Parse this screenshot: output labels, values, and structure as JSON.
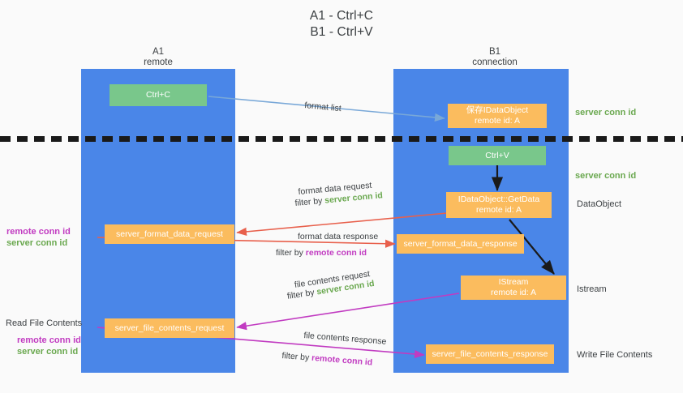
{
  "title": {
    "line1": "A1 - Ctrl+C",
    "line2": "B1 - Ctrl+V"
  },
  "columns": [
    {
      "name": "A1",
      "sub": "remote"
    },
    {
      "name": "B1",
      "sub": "connection"
    }
  ],
  "boxes": {
    "ctrl_c": {
      "line1": "Ctrl+C",
      "line2": "",
      "color": "#79c78b"
    },
    "save_idataobject": {
      "line1": "保存IDataObject",
      "line2": "remote id: A",
      "color": "#fbbc5e"
    },
    "ctrl_v": {
      "line1": "Ctrl+V",
      "line2": "",
      "color": "#79c78b"
    },
    "getdata": {
      "line1": "IDataObject::GetData",
      "line2": "remote id: A",
      "color": "#fbbc5e"
    },
    "format_data_request": {
      "line1": "server_format_data_request",
      "line2": "",
      "color": "#fbbc5e"
    },
    "format_data_response": {
      "line1": "server_format_data_response",
      "line2": "",
      "color": "#fbbc5e"
    },
    "istream": {
      "line1": "IStream",
      "line2": "remote id: A",
      "color": "#fbbc5e"
    },
    "file_contents_request": {
      "line1": "server_file_contents_request",
      "line2": "",
      "color": "#fbbc5e"
    },
    "file_contents_response": {
      "line1": "server_file_contents_response",
      "line2": "",
      "color": "#fbbc5e"
    }
  },
  "captions": {
    "format_list": "format list",
    "format_data_request": "format data request",
    "format_data_request_filter_pre": "filter by ",
    "format_data_request_filter_key": "server conn id",
    "format_data_response": "format data response",
    "format_data_response_filter_pre": "filter by ",
    "format_data_response_filter_key": "remote conn id",
    "file_contents_request": "file contents request",
    "file_contents_request_filter_pre": "filter by ",
    "file_contents_request_filter_key": "server conn id",
    "file_contents_response": "file contents response",
    "file_contents_response_filter_pre": "filter by ",
    "file_contents_response_filter_key": "remote conn id"
  },
  "side_labels": {
    "right_server_conn_id_top": "server conn id",
    "right_server_conn_id_mid": "server conn id",
    "right_dataobject": "DataObject",
    "right_istream": "Istream",
    "right_write_file_contents": "Write File Contents",
    "left_remote_conn_id_1": "remote conn id",
    "left_server_conn_id_1": "server conn id",
    "left_read_file_contents": "Read File Contents",
    "left_remote_conn_id_2": "remote conn id",
    "left_server_conn_id_2": "server conn id"
  },
  "colors": {
    "lane": "#4a86e8",
    "orange": "#fbbc5e",
    "green_box": "#79c78b",
    "green_text": "#6aa84f",
    "magenta_text": "#c13bc1",
    "arrow_light_blue": "#79a8d8",
    "arrow_red": "#e8604c",
    "arrow_magenta": "#c13bc1",
    "arrow_dark": "#1a1a1a",
    "background": "#fafafa"
  }
}
